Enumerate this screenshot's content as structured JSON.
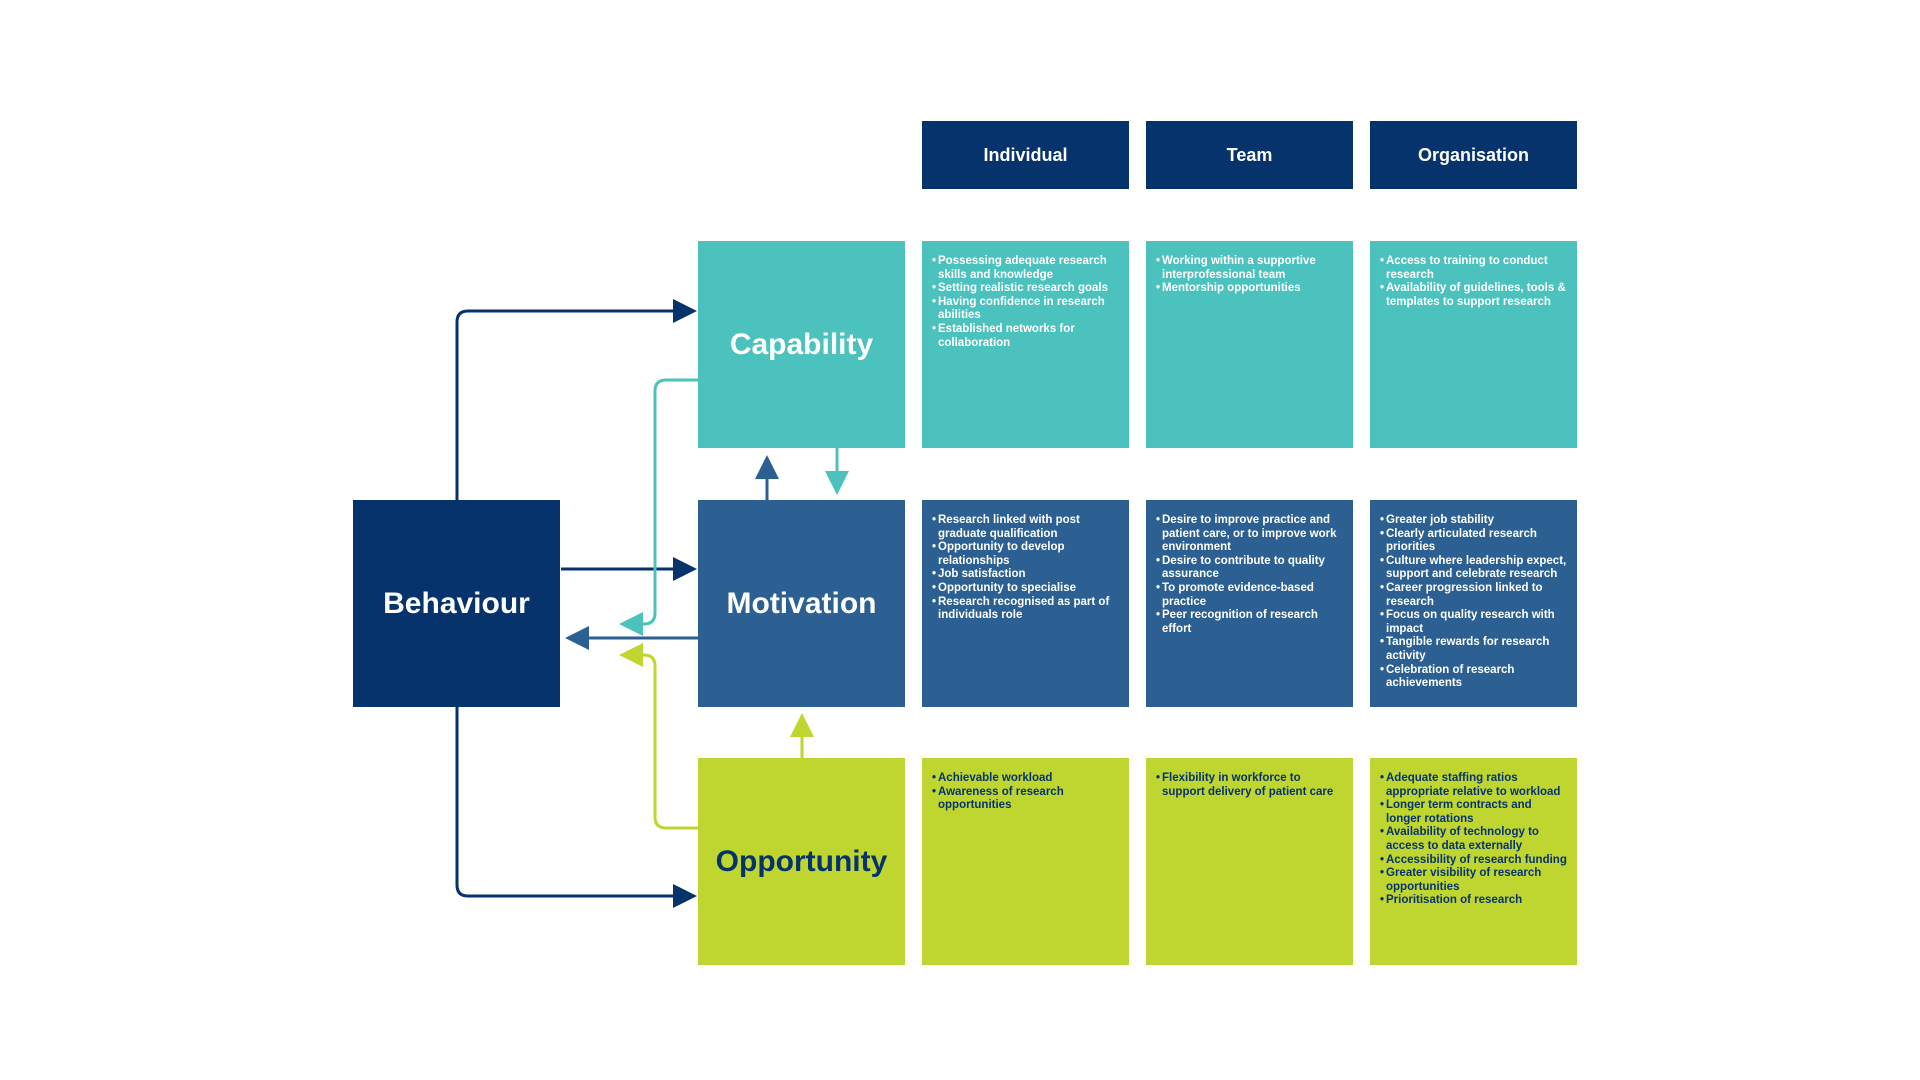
{
  "diagram": {
    "columns": [
      "Individual",
      "Team",
      "Organisation"
    ],
    "behaviour_label": "Behaviour",
    "rows": [
      {
        "id": "capability",
        "label": "Capability",
        "color": "#4bc2bd",
        "cells": [
          [
            "Possessing adequate research skills and knowledge",
            "Setting realistic research goals",
            "Having confidence in research abilities",
            "Established networks for collaboration"
          ],
          [
            "Working within a supportive interprofessional team",
            "Mentorship opportunities"
          ],
          [
            "Access to training to conduct research",
            "Availability of guidelines, tools & templates to support research"
          ]
        ]
      },
      {
        "id": "motivation",
        "label": "Motivation",
        "color": "#2d6092",
        "cells": [
          [
            "Research linked with post graduate qualification",
            "Opportunity to develop relationships",
            "Job satisfaction",
            "Opportunity to specialise",
            "Research recognised as part of individuals role"
          ],
          [
            "Desire to improve practice and patient care, or to improve work environment",
            "Desire to contribute to quality assurance",
            "To promote evidence-based practice",
            "Peer recognition of research effort"
          ],
          [
            "Greater job stability",
            "Clearly articulated research priorities",
            "Culture where leadership expect, support and celebrate research",
            "Career progression linked to research",
            "Focus on quality research with impact",
            "Tangible rewards for research activity",
            "Celebration of research achievements"
          ]
        ]
      },
      {
        "id": "opportunity",
        "label": "Opportunity",
        "color": "#bfd630",
        "cells": [
          [
            "Achievable workload",
            "Awareness of research opportunities"
          ],
          [
            "Flexibility in workforce to support delivery of patient care"
          ],
          [
            "Adequate staffing ratios appropriate relative to workload",
            "Longer term contracts and longer rotations",
            "Availability of technology to access to data externally",
            "Accessibility of research funding",
            "Greater visibility of research opportunities",
            "Prioritisation of research"
          ]
        ]
      }
    ],
    "colors": {
      "navy": "#06336c",
      "teal": "#4bc2bd",
      "mid_blue": "#2d6092",
      "lime": "#bfd630"
    }
  }
}
